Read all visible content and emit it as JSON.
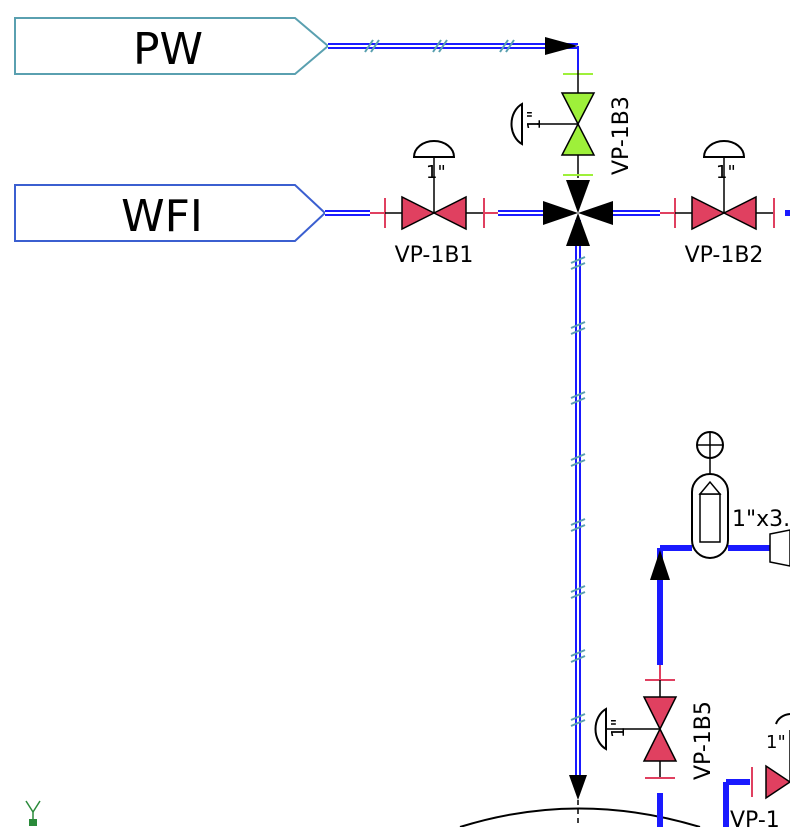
{
  "sources": {
    "pw": {
      "label": "PW"
    },
    "wfi": {
      "label": "WFI"
    }
  },
  "valves": {
    "vp_1b1": {
      "tag": "VP-1B1",
      "size": "1\""
    },
    "vp_1b2": {
      "tag": "VP-1B2",
      "size": "1\""
    },
    "vp_1b3": {
      "tag": "VP-1B3",
      "size": "1\""
    },
    "vp_1b5": {
      "tag": "VP-1B5",
      "size": "1\""
    },
    "vp_partial_bottom": {
      "tag": "VP-1",
      "size": "1\""
    }
  },
  "filter": {
    "size_label": "1\"x3."
  },
  "colors": {
    "pipe_blue": "#1a1aff",
    "pipe_dark_blue": "#1b1b8f",
    "pw_outline": "#5aa0b0",
    "wfi_outline": "#3b5fd0",
    "valve_red": "#e04060",
    "valve_green": "#9ef03a",
    "hash_mark": "#5aa0b0"
  }
}
